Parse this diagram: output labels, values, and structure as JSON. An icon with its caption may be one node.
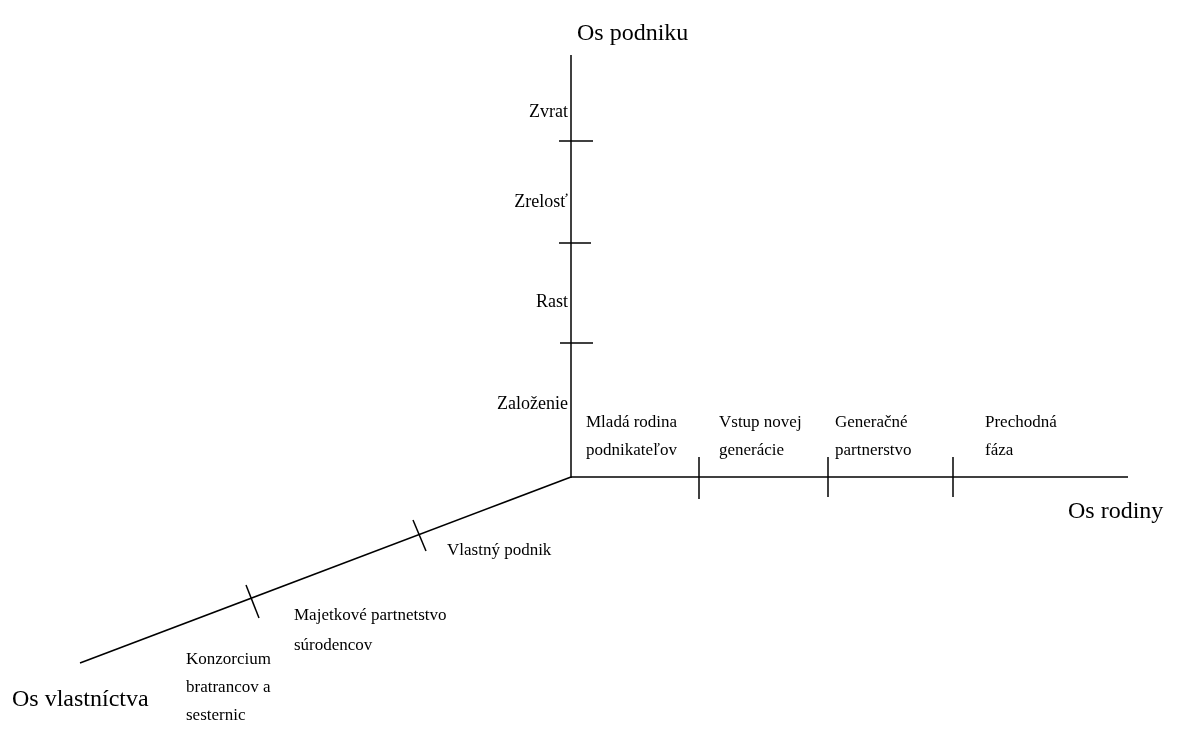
{
  "diagram": {
    "labels": [
      "Os podniku",
      "Zvrat",
      "Zrelosť",
      "Rast",
      "Založenie",
      "Mladá rodina podnikateľov",
      "Vstup novej generácie",
      "Generačné partnerstvo",
      "Prechodná fáza",
      "Os rodiny",
      "Vlastný podnik",
      "Majetkové partnetstvo súrodencov",
      "Konzorcium bratrancov a sesternic",
      "Os vlastníctva"
    ]
  }
}
